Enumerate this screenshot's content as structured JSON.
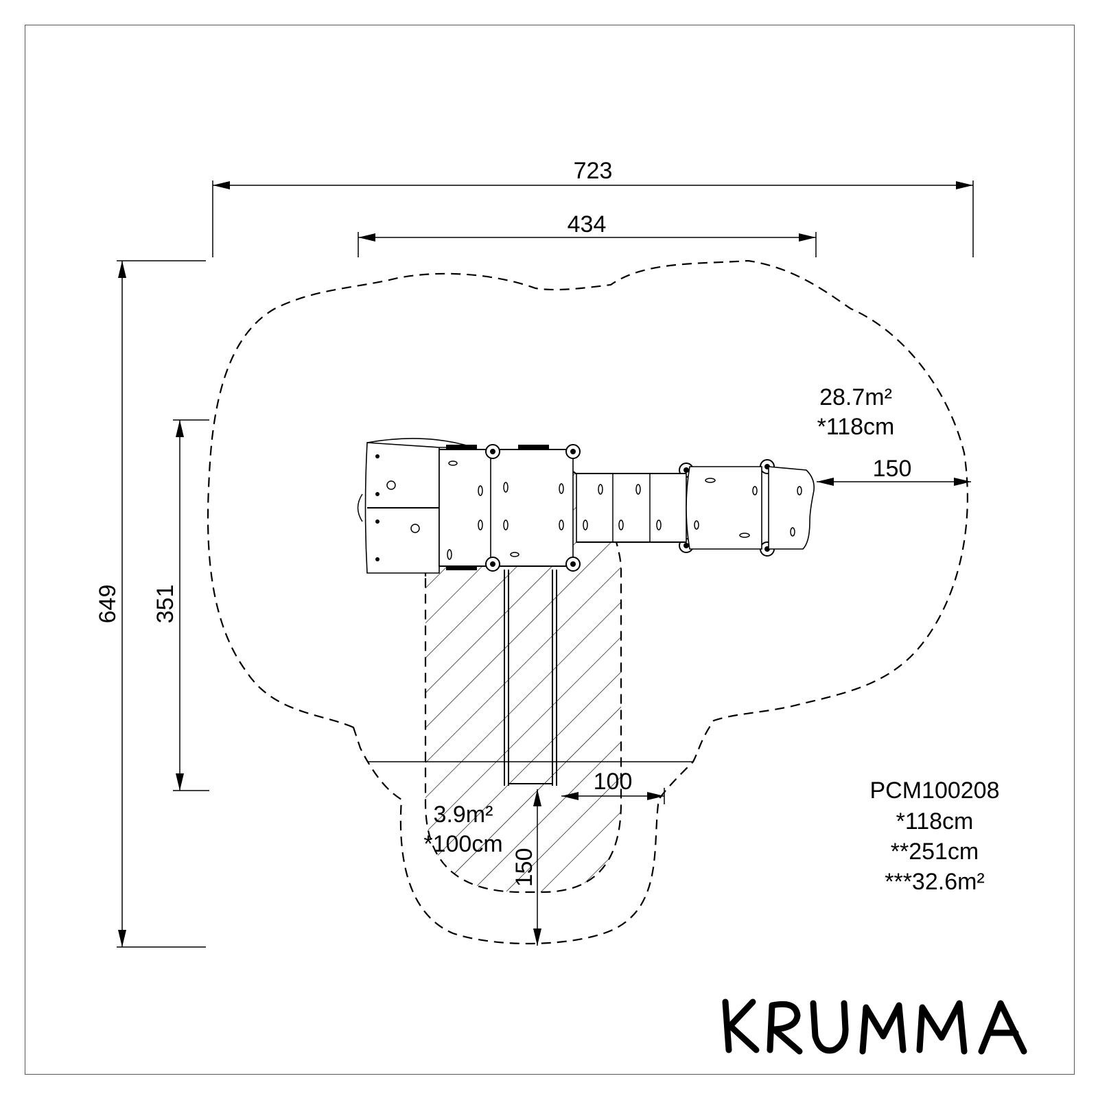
{
  "drawing": {
    "product_code": "PCM100208",
    "specs": [
      "*118cm",
      "**251cm",
      "***32.6m²"
    ]
  },
  "dimensions": {
    "overall_width": "723",
    "structure_width": "434",
    "overall_depth": "649",
    "structure_depth": "351",
    "right_clearance": "150",
    "slide_width": "100",
    "slide_runout": "150"
  },
  "zones": {
    "main_area": "28.7m²",
    "main_height": "*118cm",
    "slide_area": "3.9m²",
    "slide_height": "*100cm"
  },
  "brand": {
    "logo_text": "KRUMMA"
  }
}
